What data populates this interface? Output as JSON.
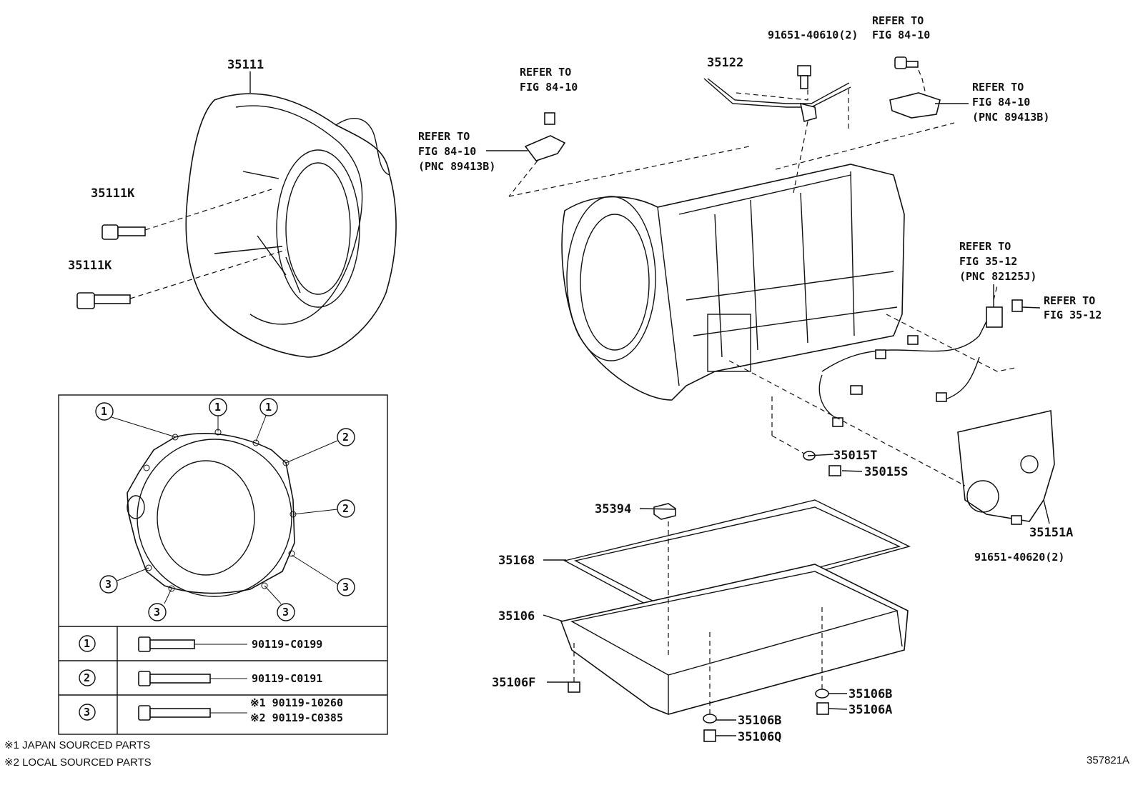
{
  "diagram_id": "357821A",
  "parts": {
    "p35111": "35111",
    "p35111k_a": "35111K",
    "p35111k_b": "35111K",
    "p35122": "35122",
    "p91651_40610": "91651-40610(2)",
    "p35015t": "35015T",
    "p35015s": "35015S",
    "p35394": "35394",
    "p35168": "35168",
    "p35106": "35106",
    "p35106f": "35106F",
    "p35106b_a": "35106B",
    "p35106a": "35106A",
    "p35106b_b": "35106B",
    "p35106q": "35106Q",
    "p35151a": "35151A",
    "p91651_40620": "91651-40620(2)"
  },
  "refs": {
    "r1": [
      "REFER TO",
      "FIG 84-10"
    ],
    "r2": [
      "REFER TO",
      "FIG 84-10",
      "(PNC 89413B)"
    ],
    "r3": [
      "REFER TO",
      "FIG 84-10"
    ],
    "r4": [
      "REFER TO",
      "FIG 84-10",
      "(PNC 89413B)"
    ],
    "r5": [
      "REFER TO",
      "FIG 35-12",
      "(PNC 82125J)"
    ],
    "r6": [
      "REFER TO",
      "FIG 35-12"
    ]
  },
  "inset": {
    "callouts": [
      "1",
      "2",
      "3"
    ],
    "rows": [
      {
        "index": "1",
        "parts": [
          "90119-C0199"
        ]
      },
      {
        "index": "2",
        "parts": [
          "90119-C0191"
        ]
      },
      {
        "index": "3",
        "parts": [
          "※1 90119-10260",
          "※2 90119-C0385"
        ]
      }
    ]
  },
  "footnotes": [
    "※1 JAPAN SOURCED PARTS",
    "※2 LOCAL SOURCED PARTS"
  ]
}
